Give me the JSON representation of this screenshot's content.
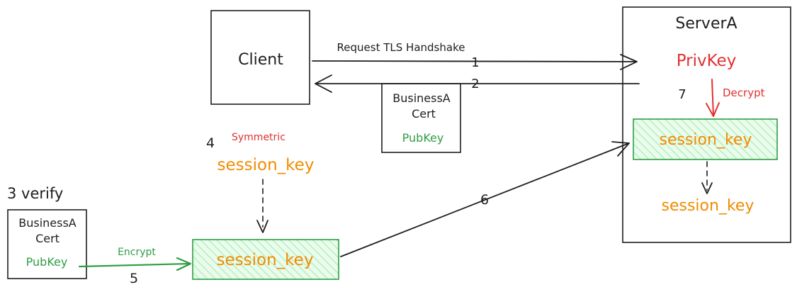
{
  "client": {
    "label": "Client"
  },
  "server": {
    "title": "ServerA",
    "privkey": "PrivKey",
    "decrypt": "Decrypt",
    "step": "7",
    "session_key_hatched": "session_key",
    "session_key_plain": "session_key"
  },
  "request": {
    "label": "Request TLS Handshake",
    "step": "1"
  },
  "response": {
    "step": "2"
  },
  "cert_middle": {
    "line1": "BusinessA",
    "line2": "Cert",
    "key": "PubKey"
  },
  "symmetric": {
    "step": "4",
    "label": "Symmetric",
    "key": "session_key"
  },
  "verify": {
    "label": "3 verify"
  },
  "cert_left": {
    "line1": "BusinessA",
    "line2": "Cert",
    "key": "PubKey"
  },
  "encrypt": {
    "label": "Encrypt",
    "step": "5"
  },
  "encrypted": {
    "key": "session_key"
  },
  "send": {
    "step": "6"
  },
  "colors": {
    "ink": "#1e1e1e",
    "red": "#e03131",
    "green": "#2f9e44",
    "orange": "#f08c00",
    "hatch_fill": "#b2f2bb"
  }
}
